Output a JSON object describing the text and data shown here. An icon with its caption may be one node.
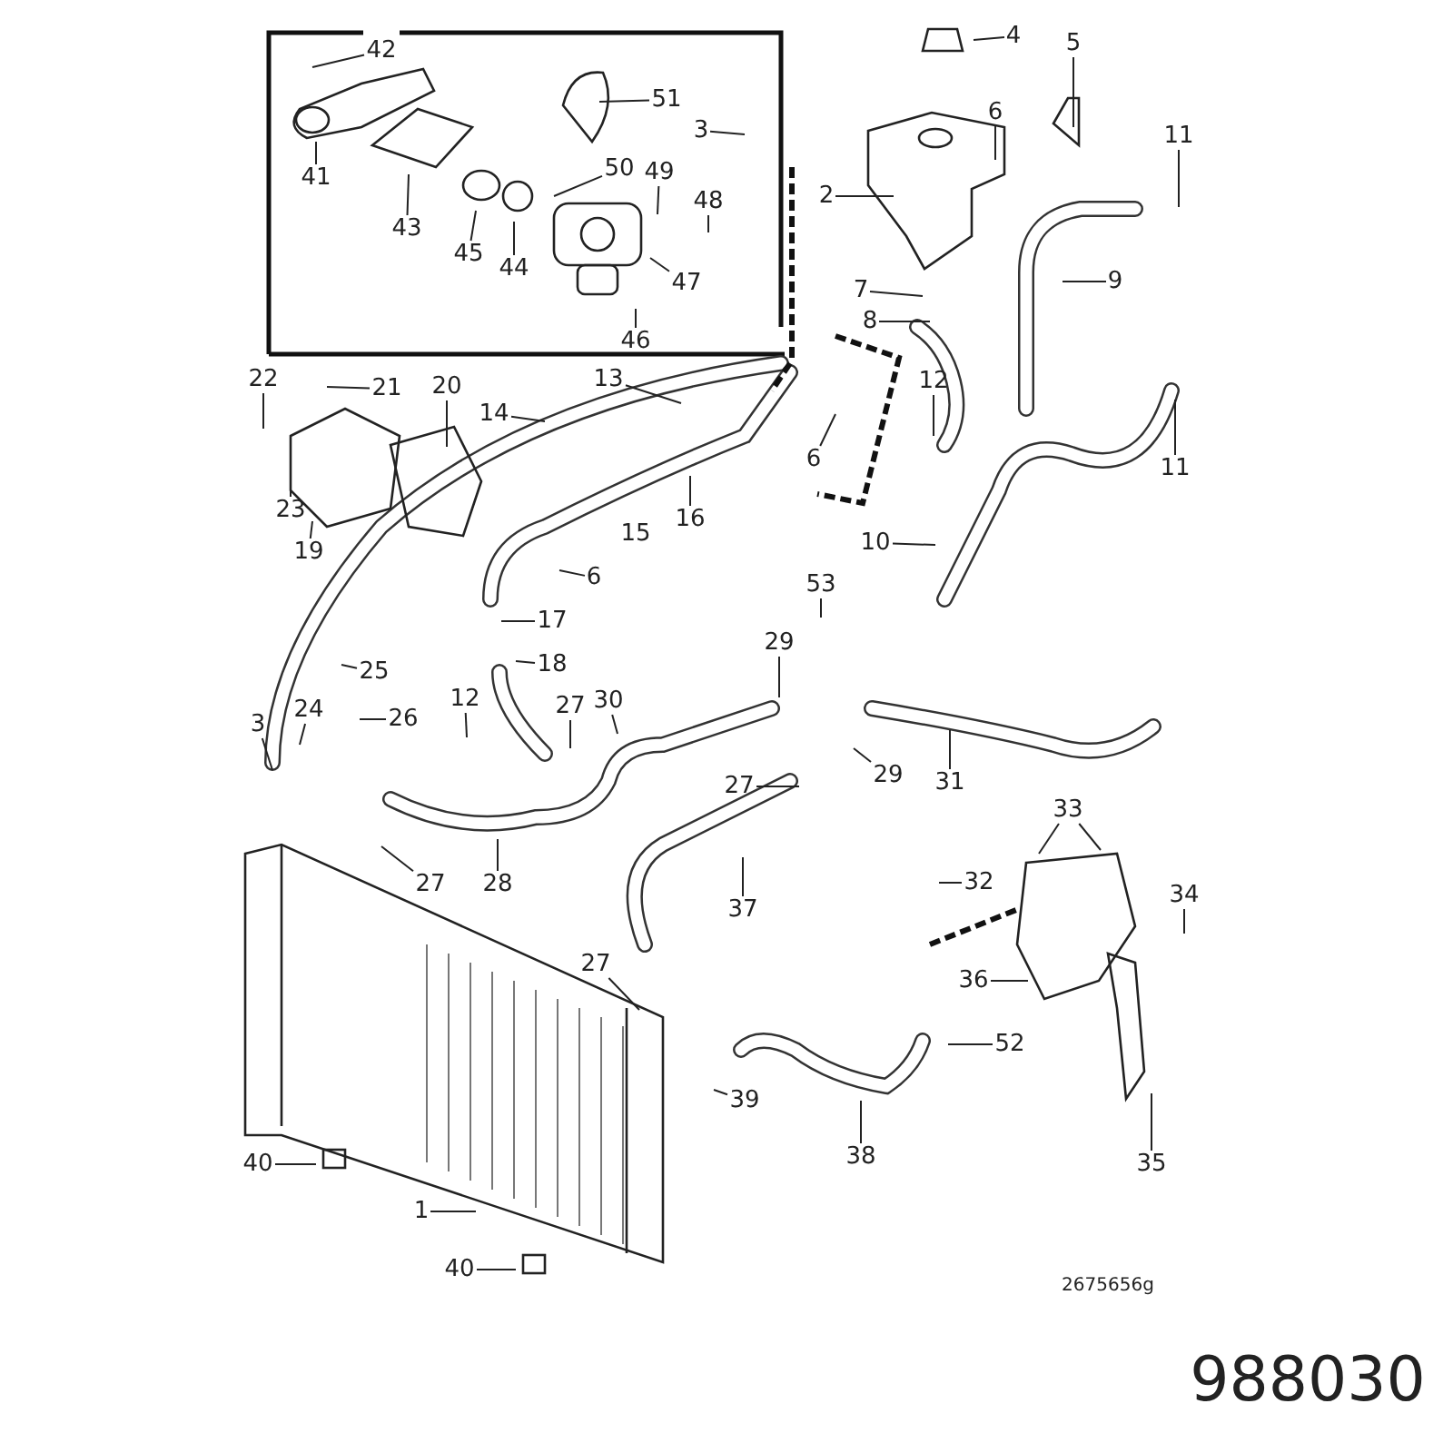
{
  "diagram": {
    "nodes": [
      {
        "text": [
          "42"
        ]
      },
      {
        "text": [
          "41"
        ]
      },
      {
        "text": [
          "43"
        ]
      },
      {
        "text": [
          "45"
        ]
      },
      {
        "text": [
          "44"
        ]
      },
      {
        "text": [
          "51"
        ]
      },
      {
        "text": [
          "50"
        ]
      },
      {
        "text": [
          "49"
        ]
      },
      {
        "text": [
          "48"
        ]
      },
      {
        "text": [
          "47"
        ]
      },
      {
        "text": [
          "46"
        ]
      },
      {
        "text": [
          "3"
        ]
      },
      {
        "text": [
          "4"
        ]
      },
      {
        "text": [
          "6"
        ]
      },
      {
        "text": [
          "5"
        ]
      },
      {
        "text": [
          "2"
        ]
      },
      {
        "text": [
          "11"
        ]
      },
      {
        "text": [
          "7"
        ]
      },
      {
        "text": [
          "9"
        ]
      },
      {
        "text": [
          "8"
        ]
      },
      {
        "text": [
          "22"
        ]
      },
      {
        "text": [
          "21"
        ]
      },
      {
        "text": [
          "20"
        ]
      },
      {
        "text": [
          "13"
        ]
      },
      {
        "text": [
          "14"
        ]
      },
      {
        "text": [
          "12"
        ]
      },
      {
        "text": [
          "6"
        ]
      },
      {
        "text": [
          "11"
        ]
      },
      {
        "text": [
          "23"
        ]
      },
      {
        "text": [
          "19"
        ]
      },
      {
        "text": [
          "16"
        ]
      },
      {
        "text": [
          "10"
        ]
      },
      {
        "text": [
          "6"
        ]
      },
      {
        "text": [
          "53"
        ]
      },
      {
        "text": [
          "17"
        ]
      },
      {
        "text": [
          "18"
        ]
      },
      {
        "text": [
          "29"
        ]
      },
      {
        "text": [
          "25"
        ]
      },
      {
        "text": [
          "12"
        ]
      },
      {
        "text": [
          "27"
        ]
      },
      {
        "text": [
          "30"
        ]
      },
      {
        "text": [
          "24"
        ]
      },
      {
        "text": [
          "26"
        ]
      },
      {
        "text": [
          "3"
        ]
      },
      {
        "text": [
          "29"
        ]
      },
      {
        "text": [
          "31"
        ]
      },
      {
        "text": [
          "27"
        ]
      },
      {
        "text": [
          "33"
        ]
      },
      {
        "text": [
          "27"
        ]
      },
      {
        "text": [
          "28"
        ]
      },
      {
        "text": [
          "37"
        ]
      },
      {
        "text": [
          "32"
        ]
      },
      {
        "text": [
          "34"
        ]
      },
      {
        "text": [
          "36"
        ]
      },
      {
        "text": [
          "27"
        ]
      },
      {
        "text": [
          "52"
        ]
      },
      {
        "text": [
          "39"
        ]
      },
      {
        "text": [
          "40"
        ]
      },
      {
        "text": [
          "38"
        ]
      },
      {
        "text": [
          "35"
        ]
      },
      {
        "text": [
          "1"
        ]
      },
      {
        "text": [
          "40"
        ]
      }
    ],
    "edges": [
      {
        "from": 0,
        "to": null,
        "arrow": "none"
      },
      {
        "from": 1,
        "to": null,
        "arrow": "none"
      },
      {
        "from": 2,
        "to": null,
        "arrow": "none"
      },
      {
        "from": 3,
        "to": null,
        "arrow": "none"
      },
      {
        "from": 4,
        "to": null,
        "arrow": "none"
      },
      {
        "from": 5,
        "to": null,
        "arrow": "none"
      },
      {
        "from": 6,
        "to": null,
        "arrow": "none"
      },
      {
        "from": 7,
        "to": null,
        "arrow": "none"
      },
      {
        "from": 8,
        "to": null,
        "arrow": "none"
      },
      {
        "from": 9,
        "to": null,
        "arrow": "none"
      },
      {
        "from": 10,
        "to": null,
        "arrow": "none"
      },
      {
        "from": 11,
        "to": null,
        "arrow": "none"
      },
      {
        "from": 12,
        "to": null,
        "arrow": "none"
      },
      {
        "from": 13,
        "to": null,
        "arrow": "none"
      },
      {
        "from": 14,
        "to": null,
        "arrow": "none"
      },
      {
        "from": 15,
        "to": null,
        "arrow": "none"
      },
      {
        "from": 16,
        "to": null,
        "arrow": "none"
      },
      {
        "from": 17,
        "to": null,
        "arrow": "none"
      },
      {
        "from": 18,
        "to": null,
        "arrow": "none"
      },
      {
        "from": 19,
        "to": null,
        "arrow": "none"
      },
      {
        "from": 20,
        "to": null,
        "arrow": "none"
      },
      {
        "from": 21,
        "to": null,
        "arrow": "none"
      },
      {
        "from": 22,
        "to": null,
        "arrow": "none"
      },
      {
        "from": 23,
        "to": null,
        "arrow": "none"
      },
      {
        "from": 24,
        "to": null,
        "arrow": "none"
      },
      {
        "from": 25,
        "to": null,
        "arrow": "none"
      },
      {
        "from": 26,
        "to": null,
        "arrow": "none"
      },
      {
        "from": 27,
        "to": null,
        "arrow": "none"
      },
      {
        "from": 28,
        "to": null,
        "arrow": "none"
      },
      {
        "from": 29,
        "to": null,
        "arrow": "none"
      },
      {
        "from": 30,
        "to": null,
        "arrow": "none"
      },
      {
        "from": 31,
        "to": null,
        "arrow": "none"
      },
      {
        "from": 32,
        "to": null,
        "arrow": "none"
      },
      {
        "from": 33,
        "to": null,
        "arrow": "none"
      },
      {
        "from": 34,
        "to": null,
        "arrow": "none"
      },
      {
        "from": 35,
        "to": null,
        "arrow": "none"
      },
      {
        "from": 36,
        "to": null,
        "arrow": "none"
      },
      {
        "from": 37,
        "to": null,
        "arrow": "none"
      },
      {
        "from": 38,
        "to": null,
        "arrow": "none"
      },
      {
        "from": 39,
        "to": null,
        "arrow": "none"
      },
      {
        "from": 40,
        "to": null,
        "arrow": "none"
      },
      {
        "from": 41,
        "to": null,
        "arrow": "none"
      },
      {
        "from": 42,
        "to": null,
        "arrow": "none"
      },
      {
        "from": 43,
        "to": null,
        "arrow": "none"
      },
      {
        "from": 44,
        "to": null,
        "arrow": "none"
      },
      {
        "from": 45,
        "to": null,
        "arrow": "none"
      },
      {
        "from": 46,
        "to": null,
        "arrow": "none"
      },
      {
        "from": 47,
        "to": null,
        "arrow": "none"
      },
      {
        "from": 47,
        "to": null,
        "arrow": "none"
      },
      {
        "from": 48,
        "to": null,
        "arrow": "none"
      },
      {
        "from": 49,
        "to": null,
        "arrow": "none"
      },
      {
        "from": 50,
        "to": null,
        "arrow": "none"
      },
      {
        "from": 51,
        "to": null,
        "arrow": "none"
      },
      {
        "from": 52,
        "to": null,
        "arrow": "none"
      },
      {
        "from": 53,
        "to": null,
        "arrow": "none"
      },
      {
        "from": 54,
        "to": null,
        "arrow": "none"
      },
      {
        "from": 55,
        "to": null,
        "arrow": "none"
      },
      {
        "from": 56,
        "to": null,
        "arrow": "none"
      },
      {
        "from": 57,
        "to": null,
        "arrow": "none"
      },
      {
        "from": 58,
        "to": null,
        "arrow": "none"
      },
      {
        "from": 59,
        "to": null,
        "arrow": "none"
      },
      {
        "from": 60,
        "to": null,
        "arrow": "none"
      },
      {
        "from": 61,
        "to": null,
        "arrow": "none"
      }
    ],
    "labels": [
      "15",
      "2675656g",
      "988030"
    ]
  }
}
